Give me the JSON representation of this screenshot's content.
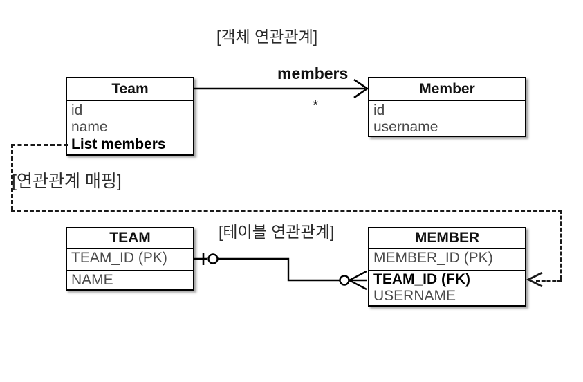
{
  "diagram": {
    "background_color": "#ffffff",
    "line_color": "#000000",
    "dashed_color": "#1a1a1a",
    "titles": {
      "object_relation": "[객체 연관관계]",
      "mapping": "[연관관계 매핑]",
      "table_relation": "[테이블 연관관계]"
    },
    "object_model": {
      "team_class": {
        "name": "Team",
        "attributes": [
          {
            "text": "id",
            "emphasis": "normal"
          },
          {
            "text": "name",
            "emphasis": "normal"
          },
          {
            "text": "List members",
            "emphasis": "bold"
          }
        ]
      },
      "member_class": {
        "name": "Member",
        "attributes": [
          {
            "text": "id",
            "emphasis": "normal"
          },
          {
            "text": "username",
            "emphasis": "normal"
          }
        ]
      },
      "association": {
        "label": "members",
        "multiplicity": "*",
        "arrow": "open-arrow-right"
      }
    },
    "table_model": {
      "team_table": {
        "name": "TEAM",
        "columns": [
          {
            "text": "TEAM_ID (PK)",
            "emphasis": "normal"
          },
          {
            "text": "NAME",
            "emphasis": "normal"
          }
        ]
      },
      "member_table": {
        "name": "MEMBER",
        "columns": [
          {
            "text": "MEMBER_ID (PK)",
            "emphasis": "normal"
          },
          {
            "text": "TEAM_ID (FK)",
            "emphasis": "bold"
          },
          {
            "text": "USERNAME",
            "emphasis": "normal"
          }
        ]
      },
      "relationship": {
        "left_notation": "one-optional",
        "right_notation": "many-optional",
        "description": "crow-foot"
      }
    }
  }
}
